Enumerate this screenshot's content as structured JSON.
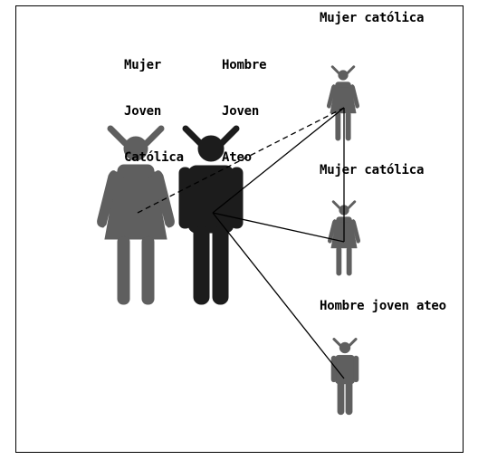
{
  "labels": {
    "woman_main": [
      "Mujer",
      "Joven",
      "Católica"
    ],
    "man_main": [
      "Hombre",
      "Joven",
      "Ateo"
    ],
    "woman_1": "Mujer católica",
    "woman_2": "Mujer católica",
    "man_small": "Hombre joven ateo"
  },
  "colors": {
    "gray_figure": "#5f5f5f",
    "dark_figure": "#1c1c1c",
    "line": "#000000"
  },
  "links": [
    {
      "from": "woman_main",
      "to": "woman_1",
      "style": "dashed"
    },
    {
      "from": "man_main",
      "to": "woman_1",
      "style": "solid"
    },
    {
      "from": "man_main",
      "to": "woman_2",
      "style": "solid"
    },
    {
      "from": "man_main",
      "to": "man_small",
      "style": "solid"
    },
    {
      "from": "woman_1",
      "to": "woman_2",
      "style": "solid"
    }
  ]
}
